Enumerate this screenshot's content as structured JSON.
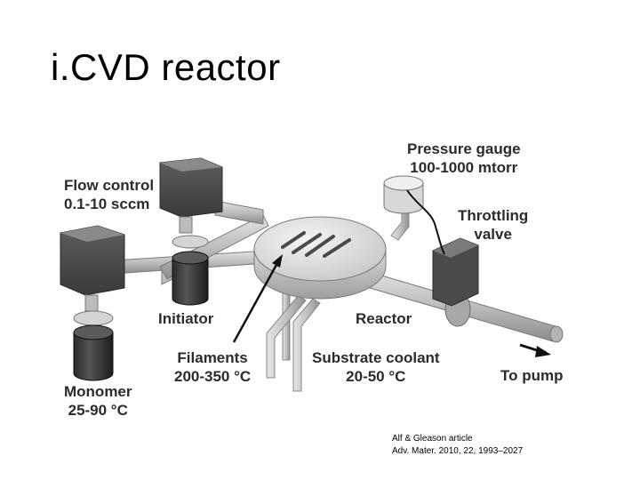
{
  "slide": {
    "title": "i.CVD reactor"
  },
  "labels": {
    "flow_control": {
      "line1": "Flow control",
      "line2": "0.1-10 sccm"
    },
    "pressure_gauge": {
      "line1": "Pressure gauge",
      "line2": "100-1000 mtorr"
    },
    "throttling_valve": {
      "line1": "Throttling",
      "line2": "valve"
    },
    "initiator": "Initiator",
    "reactor": "Reactor",
    "filaments": {
      "line1": "Filaments",
      "line2": "200-350 °C"
    },
    "substrate_coolant": {
      "line1": "Substrate coolant",
      "line2": "20-50 °C"
    },
    "to_pump": "To pump",
    "monomer": {
      "line1": "Monomer",
      "line2": "25-90 °C"
    }
  },
  "citation": {
    "line1": "Alf & Gleason article",
    "line2": "Adv. Mater. 2010, 22, 1993–2027"
  }
}
